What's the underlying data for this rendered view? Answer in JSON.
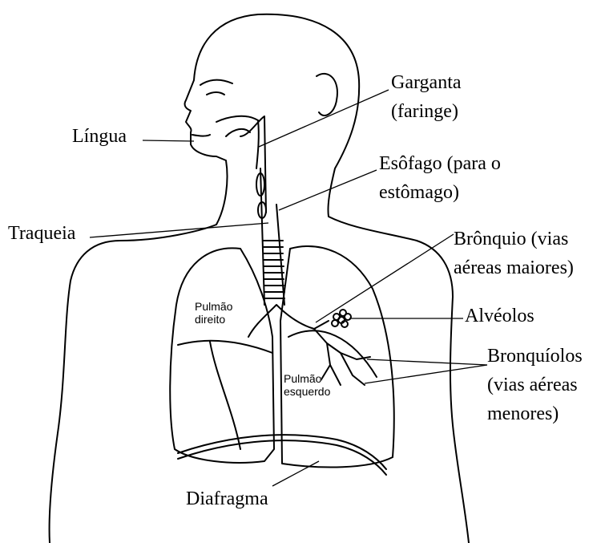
{
  "labels": {
    "tongue": "Língua",
    "throat_line1": "Garganta",
    "throat_line2": "(faringe)",
    "esophagus_line1": "Esôfago (para o",
    "esophagus_line2": "estômago)",
    "trachea": "Traqueia",
    "bronchus_line1": "Brônquio (vias",
    "bronchus_line2": "aéreas maiores)",
    "alveoli": "Alvéolos",
    "bronchioles_line1": "Bronquíolos",
    "bronchioles_line2": "(vias aéreas",
    "bronchioles_line3": "menores)",
    "diaphragm": "Diafragma",
    "right_lung_line1": "Pulmão",
    "right_lung_line2": "direito",
    "left_lung_line1": "Pulmão",
    "left_lung_line2": "esquerdo"
  },
  "colors": {
    "stroke": "#000000",
    "background": "#ffffff",
    "shading": "#f2f2f2"
  }
}
